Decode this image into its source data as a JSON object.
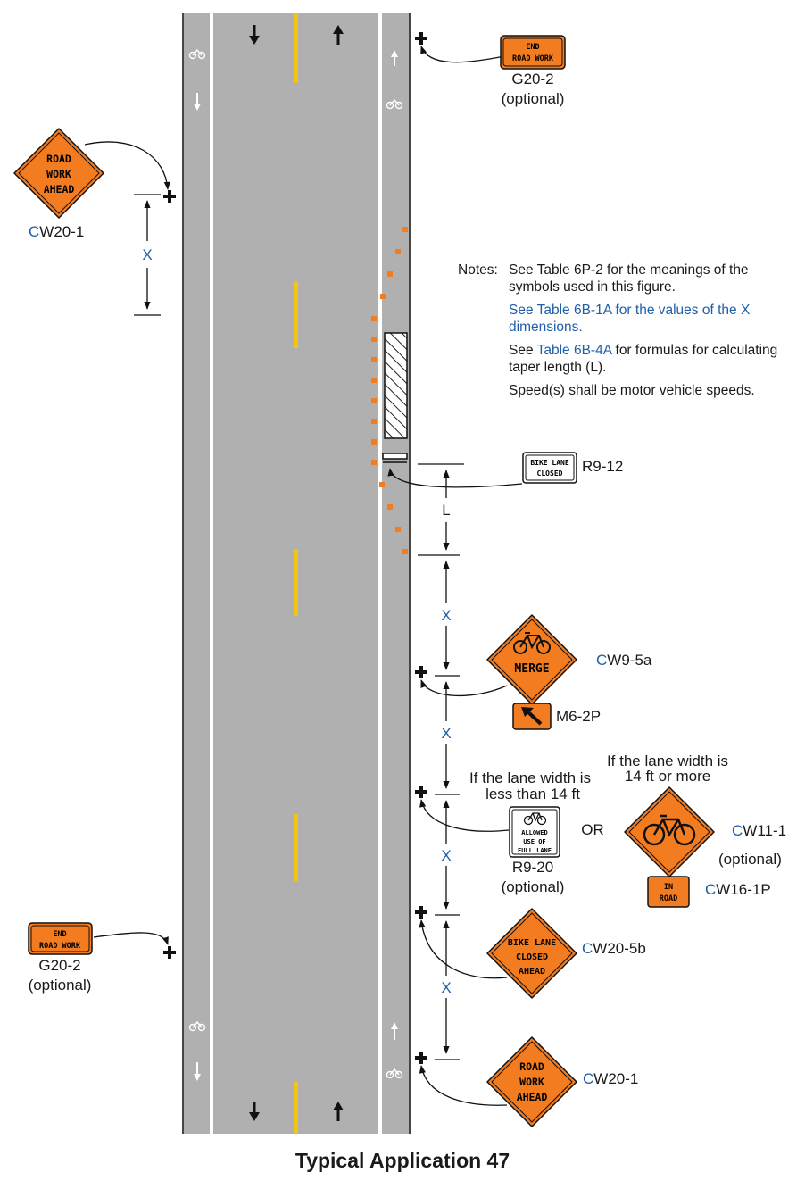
{
  "title": "Typical Application 47",
  "notes": {
    "heading": "Notes:",
    "items": [
      {
        "text": "See Table 6P-2 for the meanings of the symbols used in this figure.",
        "color": "#1a1a1a"
      },
      {
        "text": "See Table 6B-1A for the values of the X dimensions.",
        "color": "#1f5fa8"
      },
      {
        "prefix": "See ",
        "link": "Table 6B-4A",
        "suffix": " for formulas for calculating taper length (L)."
      },
      {
        "text": "Speed(s) shall be motor vehicle speeds.",
        "color": "#1a1a1a"
      }
    ]
  },
  "signs": {
    "cw20_1_top": {
      "lines": [
        "ROAD",
        "WORK",
        "AHEAD"
      ],
      "code_prefix": "C",
      "code_rest": "W20-1"
    },
    "g20_2_top": {
      "lines": [
        "END",
        "ROAD WORK"
      ],
      "code": "G20-2",
      "note": "(optional)"
    },
    "g20_2_bottom": {
      "lines": [
        "END",
        "ROAD WORK"
      ],
      "code": "G20-2",
      "note": "(optional)"
    },
    "r9_12": {
      "lines": [
        "BIKE LANE",
        "CLOSED"
      ],
      "code": "R9-12"
    },
    "cw9_5a": {
      "lines": [
        "MERGE"
      ],
      "code_prefix": "C",
      "code_rest": "W9-5a"
    },
    "m6_2p": {
      "code": "M6-2P"
    },
    "r9_20": {
      "lines": [
        "ALLOWED",
        "USE OF",
        "FULL LANE"
      ],
      "code": "R9-20",
      "note": "(optional)"
    },
    "cw11_1": {
      "code_prefix": "C",
      "code_rest": "W11-1",
      "note": "(optional)"
    },
    "cw16_1p": {
      "lines": [
        "IN",
        "ROAD"
      ],
      "code_prefix": "C",
      "code_rest": "W16-1P"
    },
    "cw20_5b": {
      "lines": [
        "BIKE LANE",
        "CLOSED",
        "AHEAD"
      ],
      "code_prefix": "C",
      "code_rest": "W20-5b"
    },
    "cw20_1_bottom": {
      "lines": [
        "ROAD",
        "WORK",
        "AHEAD"
      ],
      "code_prefix": "C",
      "code_rest": "W20-1"
    }
  },
  "conditions": {
    "narrow": [
      "If the lane width is",
      "less than 14 ft"
    ],
    "wide": [
      "If the lane width is",
      "14 ft or more"
    ],
    "or": "OR"
  },
  "dimensions": {
    "x": "X",
    "l": "L"
  },
  "colors": {
    "sign_orange": "#f47c20",
    "road_gray": "#b0b0b0",
    "yellow_line": "#f3c316",
    "dimension_blue": "#1f5fa8",
    "channelizer": "#f47c20"
  }
}
